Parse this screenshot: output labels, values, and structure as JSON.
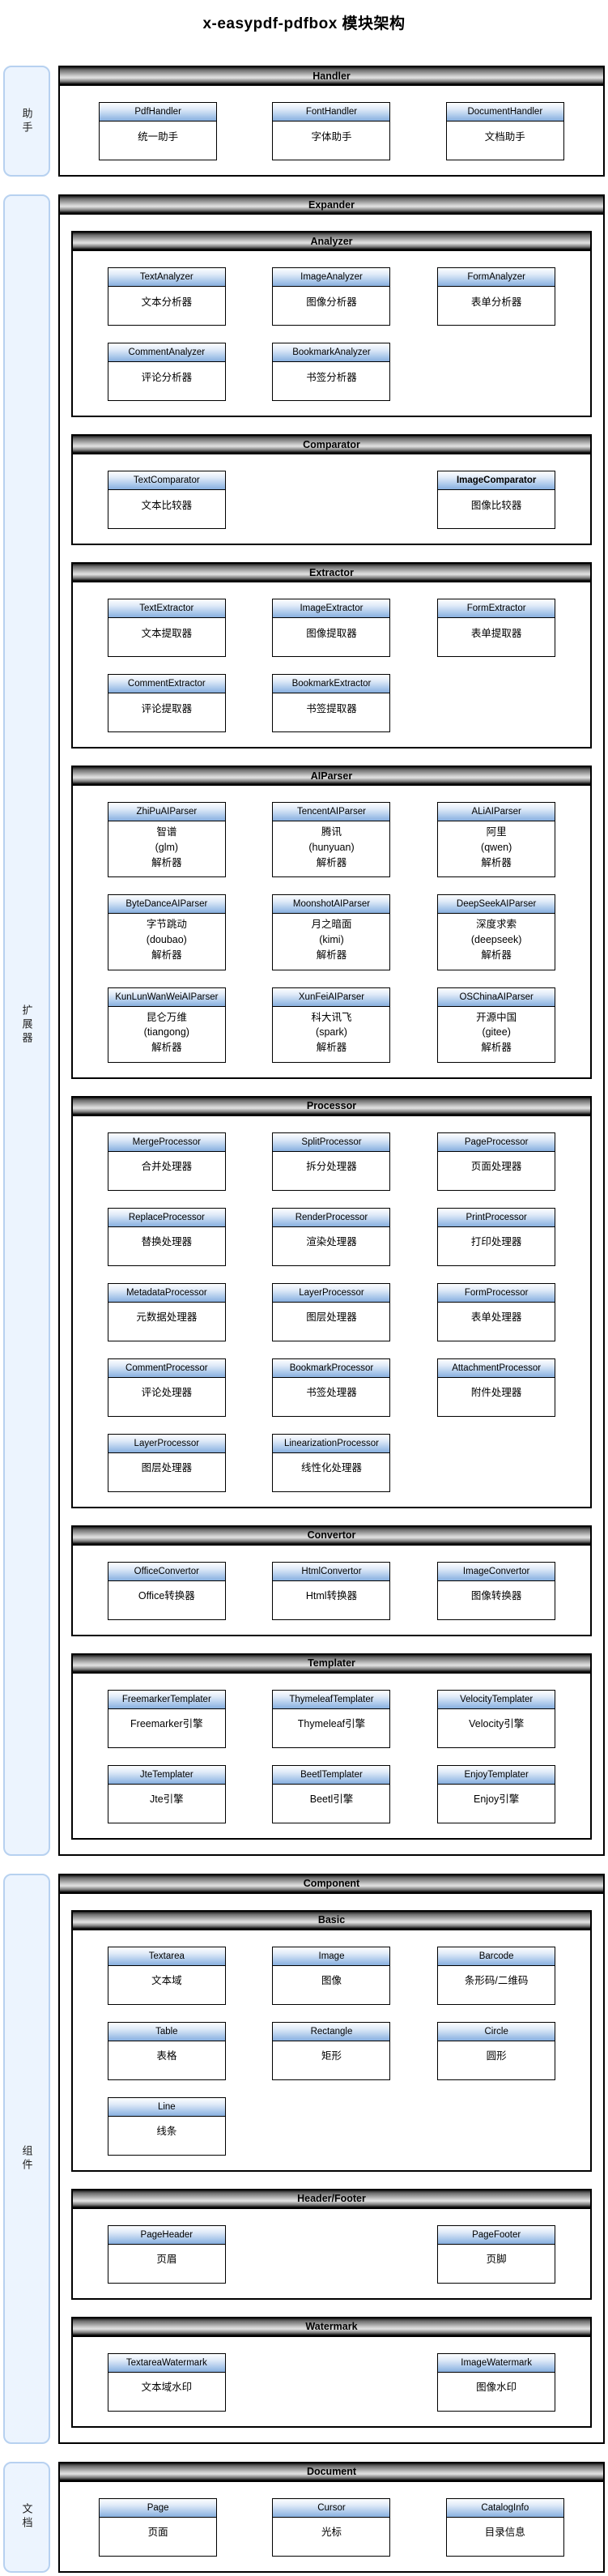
{
  "title": "x-easypdf-pdfbox 模块架构",
  "colors": {
    "class_box_header_blue": "#88afde",
    "class_box_header_light": "#fdfeff",
    "section_bar_dark": "#000000",
    "section_bar_light": "#e2e2e2",
    "rail_fill": "#ecf4fe",
    "rail_border": "#b7d1f0",
    "box_border": "#000000"
  },
  "groups": [
    {
      "id": "handler",
      "rail_label": "助手",
      "section": {
        "title": "Handler",
        "rows": [
          [
            {
              "col": 1,
              "name": "PdfHandler",
              "lines": [
                "统一助手"
              ]
            },
            {
              "col": 2,
              "name": "FontHandler",
              "lines": [
                "字体助手"
              ]
            },
            {
              "col": 3,
              "name": "DocumentHandler",
              "lines": [
                "文档助手"
              ]
            }
          ]
        ]
      }
    },
    {
      "id": "expander",
      "rail_label": "扩展器",
      "section": {
        "title": "Expander",
        "subsections": [
          {
            "title": "Analyzer",
            "rows": [
              [
                {
                  "col": 1,
                  "name": "TextAnalyzer",
                  "lines": [
                    "文本分析器"
                  ]
                },
                {
                  "col": 2,
                  "name": "ImageAnalyzer",
                  "lines": [
                    "图像分析器"
                  ]
                },
                {
                  "col": 3,
                  "name": "FormAnalyzer",
                  "lines": [
                    "表单分析器"
                  ]
                }
              ],
              [
                {
                  "col": 1,
                  "name": "CommentAnalyzer",
                  "lines": [
                    "评论分析器"
                  ]
                },
                {
                  "col": 2,
                  "name": "BookmarkAnalyzer",
                  "lines": [
                    "书签分析器"
                  ]
                }
              ]
            ]
          },
          {
            "title": "Comparator",
            "rows": [
              [
                {
                  "col": 1,
                  "name": "TextComparator",
                  "lines": [
                    "文本比较器"
                  ]
                },
                {
                  "col": 3,
                  "name": "ImageComparator",
                  "bold": true,
                  "lines": [
                    "图像比较器"
                  ]
                }
              ]
            ]
          },
          {
            "title": "Extractor",
            "rows": [
              [
                {
                  "col": 1,
                  "name": "TextExtractor",
                  "lines": [
                    "文本提取器"
                  ]
                },
                {
                  "col": 2,
                  "name": "ImageExtractor",
                  "lines": [
                    "图像提取器"
                  ]
                },
                {
                  "col": 3,
                  "name": "FormExtractor",
                  "lines": [
                    "表单提取器"
                  ]
                }
              ],
              [
                {
                  "col": 1,
                  "name": "CommentExtractor",
                  "lines": [
                    "评论提取器"
                  ]
                },
                {
                  "col": 2,
                  "name": "BookmarkExtractor",
                  "lines": [
                    "书签提取器"
                  ]
                }
              ]
            ]
          },
          {
            "title": "AIParser",
            "rows": [
              [
                {
                  "col": 1,
                  "name": "ZhiPuAIParser",
                  "lines": [
                    "智谱",
                    "(glm)",
                    "解析器"
                  ]
                },
                {
                  "col": 2,
                  "name": "TencentAIParser",
                  "lines": [
                    "腾讯",
                    "(hunyuan)",
                    "解析器"
                  ]
                },
                {
                  "col": 3,
                  "name": "ALiAIParser",
                  "lines": [
                    "阿里",
                    "(qwen)",
                    "解析器"
                  ]
                }
              ],
              [
                {
                  "col": 1,
                  "name": "ByteDanceAIParser",
                  "lines": [
                    "字节跳动",
                    "(doubao)",
                    "解析器"
                  ]
                },
                {
                  "col": 2,
                  "name": "MoonshotAIParser",
                  "lines": [
                    "月之暗面",
                    "(kimi)",
                    "解析器"
                  ]
                },
                {
                  "col": 3,
                  "name": "DeepSeekAIParser",
                  "lines": [
                    "深度求索",
                    "(deepseek)",
                    "解析器"
                  ]
                }
              ],
              [
                {
                  "col": 1,
                  "name": "KunLunWanWeiAIParser",
                  "lines": [
                    "昆仑万维",
                    "(tiangong)",
                    "解析器"
                  ]
                },
                {
                  "col": 2,
                  "name": "XunFeiAIParser",
                  "lines": [
                    "科大讯飞",
                    "(spark)",
                    "解析器"
                  ]
                },
                {
                  "col": 3,
                  "name": "OSChinaAIParser",
                  "lines": [
                    "开源中国",
                    "(gitee)",
                    "解析器"
                  ]
                }
              ]
            ]
          },
          {
            "title": "Processor",
            "rows": [
              [
                {
                  "col": 1,
                  "name": "MergeProcessor",
                  "lines": [
                    "合并处理器"
                  ]
                },
                {
                  "col": 2,
                  "name": "SplitProcessor",
                  "lines": [
                    "拆分处理器"
                  ]
                },
                {
                  "col": 3,
                  "name": "PageProcessor",
                  "lines": [
                    "页面处理器"
                  ]
                }
              ],
              [
                {
                  "col": 1,
                  "name": "ReplaceProcessor",
                  "lines": [
                    "替换处理器"
                  ]
                },
                {
                  "col": 2,
                  "name": "RenderProcessor",
                  "lines": [
                    "渲染处理器"
                  ]
                },
                {
                  "col": 3,
                  "name": "PrintProcessor",
                  "lines": [
                    "打印处理器"
                  ]
                }
              ],
              [
                {
                  "col": 1,
                  "name": "MetadataProcessor",
                  "lines": [
                    "元数据处理器"
                  ]
                },
                {
                  "col": 2,
                  "name": "LayerProcessor",
                  "lines": [
                    "图层处理器"
                  ]
                },
                {
                  "col": 3,
                  "name": "FormProcessor",
                  "lines": [
                    "表单处理器"
                  ]
                }
              ],
              [
                {
                  "col": 1,
                  "name": "CommentProcessor",
                  "lines": [
                    "评论处理器"
                  ]
                },
                {
                  "col": 2,
                  "name": "BookmarkProcessor",
                  "lines": [
                    "书签处理器"
                  ]
                },
                {
                  "col": 3,
                  "name": "AttachmentProcessor",
                  "lines": [
                    "附件处理器"
                  ]
                }
              ],
              [
                {
                  "col": 1,
                  "name": "LayerProcessor",
                  "lines": [
                    "图层处理器"
                  ]
                },
                {
                  "col": 2,
                  "name": "LinearizationProcessor",
                  "lines": [
                    "线性化处理器"
                  ]
                }
              ]
            ]
          },
          {
            "title": "Convertor",
            "rows": [
              [
                {
                  "col": 1,
                  "name": "OfficeConvertor",
                  "lines": [
                    "Office转换器"
                  ]
                },
                {
                  "col": 2,
                  "name": "HtmlConvertor",
                  "lines": [
                    "Html转换器"
                  ]
                },
                {
                  "col": 3,
                  "name": "ImageConvertor",
                  "lines": [
                    "图像转换器"
                  ]
                }
              ]
            ]
          },
          {
            "title": "Templater",
            "rows": [
              [
                {
                  "col": 1,
                  "name": "FreemarkerTemplater",
                  "lines": [
                    "Freemarker引擎"
                  ]
                },
                {
                  "col": 2,
                  "name": "ThymeleafTemplater",
                  "lines": [
                    "Thymeleaf引擎"
                  ]
                },
                {
                  "col": 3,
                  "name": "VelocityTemplater",
                  "lines": [
                    "Velocity引擎"
                  ]
                }
              ],
              [
                {
                  "col": 1,
                  "name": "JteTemplater",
                  "lines": [
                    "Jte引擎"
                  ]
                },
                {
                  "col": 2,
                  "name": "BeetlTemplater",
                  "lines": [
                    "Beetl引擎"
                  ]
                },
                {
                  "col": 3,
                  "name": "EnjoyTemplater",
                  "lines": [
                    "Enjoy引擎"
                  ]
                }
              ]
            ]
          }
        ]
      }
    },
    {
      "id": "component",
      "rail_label": "组件",
      "section": {
        "title": "Component",
        "subsections": [
          {
            "title": "Basic",
            "rows": [
              [
                {
                  "col": 1,
                  "name": "Textarea",
                  "lines": [
                    "文本域"
                  ]
                },
                {
                  "col": 2,
                  "name": "Image",
                  "lines": [
                    "图像"
                  ]
                },
                {
                  "col": 3,
                  "name": "Barcode",
                  "lines": [
                    "条形码/二维码"
                  ]
                }
              ],
              [
                {
                  "col": 1,
                  "name": "Table",
                  "lines": [
                    "表格"
                  ]
                },
                {
                  "col": 2,
                  "name": "Rectangle",
                  "lines": [
                    "矩形"
                  ]
                },
                {
                  "col": 3,
                  "name": "Circle",
                  "lines": [
                    "圆形"
                  ]
                }
              ],
              [
                {
                  "col": 1,
                  "name": "Line",
                  "lines": [
                    "线条"
                  ]
                }
              ]
            ]
          },
          {
            "title": "Header/Footer",
            "rows": [
              [
                {
                  "col": 1,
                  "name": "PageHeader",
                  "lines": [
                    "页眉"
                  ]
                },
                {
                  "col": 3,
                  "name": "PageFooter",
                  "lines": [
                    "页脚"
                  ]
                }
              ]
            ]
          },
          {
            "title": "Watermark",
            "rows": [
              [
                {
                  "col": 1,
                  "name": "TextareaWatermark",
                  "lines": [
                    "文本域水印"
                  ]
                },
                {
                  "col": 3,
                  "name": "ImageWatermark",
                  "lines": [
                    "图像水印"
                  ]
                }
              ]
            ]
          }
        ]
      }
    },
    {
      "id": "document",
      "rail_label": "文档",
      "section": {
        "title": "Document",
        "rows": [
          [
            {
              "col": 1,
              "name": "Page",
              "lines": [
                "页面"
              ]
            },
            {
              "col": 2,
              "name": "Cursor",
              "lines": [
                "光标"
              ]
            },
            {
              "col": 3,
              "name": "CatalogInfo",
              "lines": [
                "目录信息"
              ]
            }
          ]
        ]
      }
    }
  ]
}
